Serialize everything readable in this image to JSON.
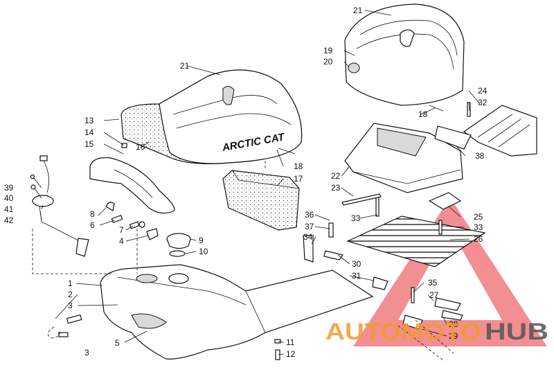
{
  "diagram": {
    "brand_label": "ARCTIC CAT",
    "callouts": [
      "1",
      "2",
      "3",
      "3",
      "4",
      "5",
      "6",
      "7",
      "8",
      "9",
      "10",
      "11",
      "12",
      "13",
      "14",
      "15",
      "16",
      "17",
      "18",
      "18",
      "19",
      "20",
      "21",
      "21",
      "22",
      "23",
      "24",
      "25",
      "26",
      "27",
      "28",
      "29",
      "30",
      "31",
      "32",
      "33",
      "33",
      "34",
      "35",
      "36",
      "37",
      "38",
      "39",
      "40",
      "41",
      "42"
    ]
  },
  "watermark": {
    "text_left": "AUTOMOTO",
    "text_right": "HUB",
    "colors": {
      "orange": "#f29a2e",
      "red": "#e8343a",
      "gray": "#555555"
    }
  }
}
